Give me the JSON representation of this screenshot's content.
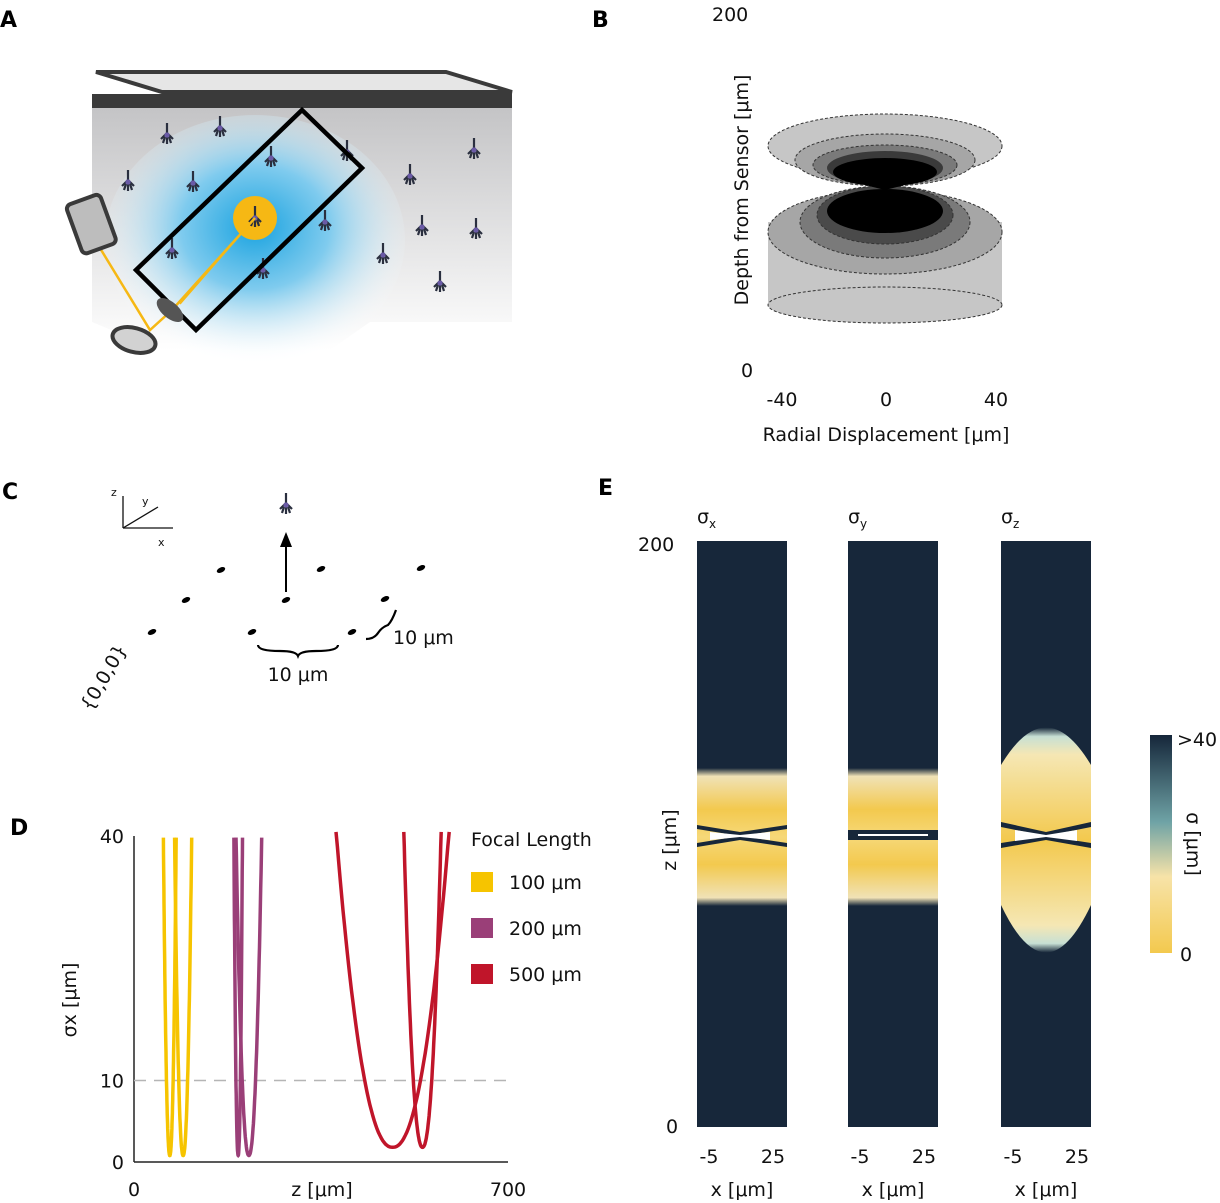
{
  "panels": {
    "a": {
      "letter": "A"
    },
    "b": {
      "letter": "B",
      "y_top": "200",
      "y_bottom": "0",
      "ylabel": "Depth from Sensor [μm]",
      "xticks": [
        "-40",
        "0",
        "40"
      ],
      "xlabel": "Radial Displacement [μm]"
    },
    "c": {
      "letter": "C",
      "axis_z": "z",
      "axis_y": "y",
      "axis_x": "x",
      "spacing_x": "10 μm",
      "spacing_y": "10 μm",
      "origin": "{0,0,0}"
    },
    "d": {
      "letter": "D"
    },
    "e": {
      "letter": "E",
      "col_titles": [
        "σ",
        "σ",
        "σ"
      ],
      "col_subs": [
        "x",
        "y",
        "z"
      ],
      "y_top": "200",
      "y_bottom": "0",
      "ylabel": "z [μm]",
      "xticks": [
        "-5",
        "25"
      ],
      "xlabel": "x [μm]",
      "cbar_top": ">40",
      "cbar_bottom": "0",
      "cbar_label": "σ [μm]"
    }
  },
  "colors": {
    "yellow": "#F6C400",
    "purple": "#9A3F78",
    "red": "#C0152A",
    "dark": "#17273A",
    "beam": "#8CCFEA",
    "gray": "#D0D0D0"
  },
  "chart_data": [
    {
      "type": "line",
      "panel": "D",
      "xlabel": "z [μm]",
      "ylabel": "σx [μm]",
      "xlim": [
        0,
        700
      ],
      "ylim": [
        0,
        40
      ],
      "xticks": [
        0,
        700
      ],
      "yticks": [
        0,
        10,
        40
      ],
      "reference_line": {
        "y": 10,
        "style": "dashed"
      },
      "legend_title": "Focal Length",
      "legend_position": "top-right",
      "series": [
        {
          "name": "100 μm",
          "color": "#F6C400",
          "x": [
            67,
            92
          ],
          "y": [
            0,
            0
          ]
        },
        {
          "name": "200 μm",
          "color": "#9A3F78",
          "x": [
            195,
            215
          ],
          "y": [
            0,
            0
          ]
        },
        {
          "name": "500 μm",
          "color": "#C0152A",
          "x": [
            484,
            540
          ],
          "y": [
            1,
            1
          ]
        }
      ]
    }
  ]
}
